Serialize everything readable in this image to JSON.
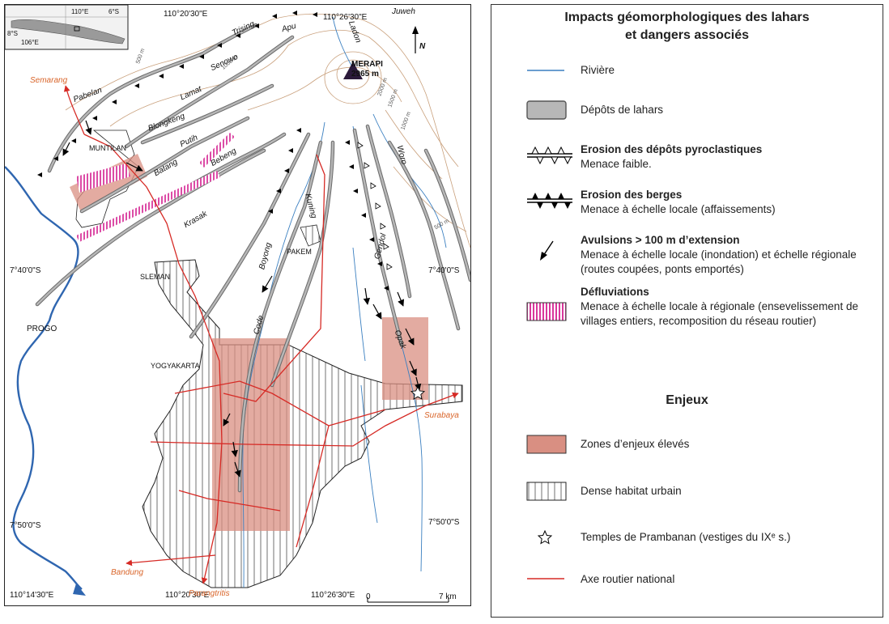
{
  "map": {
    "places": {
      "merapi": "MERAPI",
      "merapi_alt": "2965 m",
      "muntilan": "MUNTILAN",
      "sleman": "SLEMAN",
      "pakem": "PAKEM",
      "yogyakarta": "YOGYAKARTA"
    },
    "cities": {
      "semarang": "Semarang",
      "surabaya": "Surabaya",
      "bandung": "Bandung",
      "parangtritis": "Parangtritis"
    },
    "rivers": {
      "pabelan": "Pabelan",
      "trising": "Trising",
      "apu": "Apu",
      "juweh": "Juweh",
      "ladon": "Ladon",
      "senowo": "Senowo",
      "lamat": "Lamat",
      "blongkeng": "Blongkeng",
      "putih": "Putih",
      "batang": "Batang",
      "bebeng": "Bebeng",
      "krasak": "Krasak",
      "kuning": "Kuning",
      "boyong": "Boyong",
      "code": "Code",
      "gendol": "Gendol",
      "woro": "Woro",
      "opak": "Opak",
      "progo": "PROGO"
    },
    "contours": {
      "c500a": "500 m",
      "c1000": "1000 m",
      "c2000": "2000 m",
      "c1500": "1500 m",
      "c1000b": "1000 m",
      "c500b": "500 m"
    },
    "north": "N",
    "coords": {
      "top_lon1": "110°20'30\"E",
      "top_lon2": "110°26'30\"E",
      "bottom_lon0": "110°14'30\"E",
      "bottom_lon1": "110°20'30\"E",
      "bottom_lon2": "110°26'30\"E",
      "left_lat1": "7°40'0\"S",
      "left_lat2": "7°50'0\"S",
      "right_lat1": "7°40'0\"S",
      "right_lat2": "7°50'0\"S"
    },
    "scale": {
      "zero": "0",
      "end": "7 km"
    },
    "inset": {
      "lon": "110°E",
      "lat": "6°S",
      "lat2": "8°S",
      "lon2": "106°E"
    }
  },
  "legend": {
    "title_line1": "Impacts géomorphologiques des lahars",
    "title_line2": "et dangers associés",
    "items": [
      {
        "label": "Rivière"
      },
      {
        "label": "Dépôts de lahars"
      },
      {
        "title": "Erosion des dépôts pyroclastiques",
        "desc": "Menace faible."
      },
      {
        "title": "Erosion des berges",
        "desc": "Menace à échelle locale (affaissements)"
      },
      {
        "title": "Avulsions > 100 m d’extension",
        "desc": "Menace à échelle locale (inondation) et échelle régionale (routes coupées, ponts emportés)"
      },
      {
        "title": "Défluviations",
        "desc": "Menace à échelle locale à régionale (ensevelissement de villages entiers, recomposition du réseau routier)"
      }
    ],
    "enjeux_title": "Enjeux",
    "enjeux": [
      {
        "label": "Zones d’enjeux élevés"
      },
      {
        "label": "Dense habitat urbain"
      },
      {
        "label": "Temples de Prambanan (vestiges du IXᵉ s.)"
      },
      {
        "label": "Axe routier national"
      }
    ]
  },
  "colors": {
    "river": "#3a7fc0",
    "progo": "#2f66b0",
    "lahar_fill": "#b7b7b7",
    "lahar_stroke": "#6a6a6a",
    "high_stakes": "#d98f82",
    "defluviation": "#d9389c",
    "road": "#d62a25",
    "contour": "#c9a07c",
    "city_label": "#d9652a"
  }
}
